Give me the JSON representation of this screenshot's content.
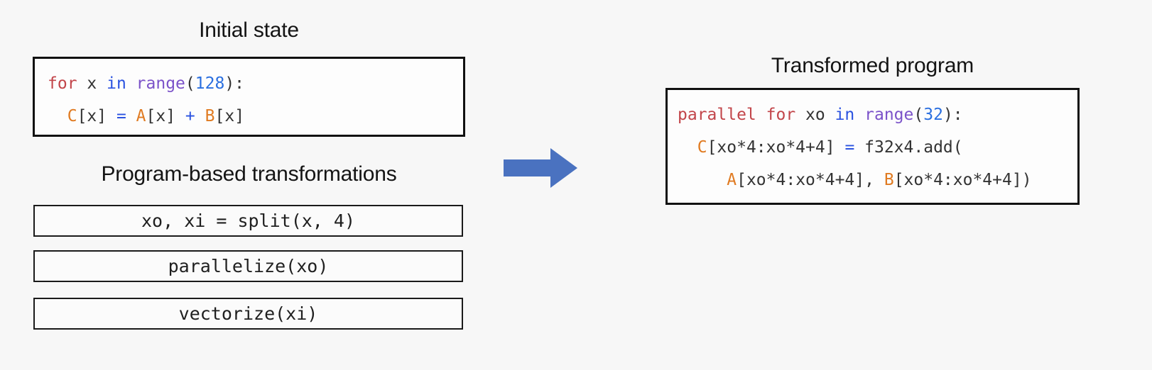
{
  "background_color": "#f7f7f7",
  "headings": {
    "initial_state": "Initial state",
    "transformations": "Program-based transformations",
    "transformed_program": "Transformed program"
  },
  "initial_state_code": {
    "lines": [
      [
        {
          "text": "for",
          "type": "keyword"
        },
        {
          "text": " x ",
          "type": "plain"
        },
        {
          "text": "in",
          "type": "operator"
        },
        {
          "text": " ",
          "type": "plain"
        },
        {
          "text": "range",
          "type": "function"
        },
        {
          "text": "(",
          "type": "plain"
        },
        {
          "text": "128",
          "type": "number"
        },
        {
          "text": "):",
          "type": "plain"
        }
      ],
      [
        {
          "text": "  ",
          "type": "plain"
        },
        {
          "text": "C",
          "type": "variable"
        },
        {
          "text": "[x] ",
          "type": "plain"
        },
        {
          "text": "=",
          "type": "operator"
        },
        {
          "text": " ",
          "type": "plain"
        },
        {
          "text": "A",
          "type": "variable"
        },
        {
          "text": "[x] ",
          "type": "plain"
        },
        {
          "text": "+",
          "type": "operator"
        },
        {
          "text": " ",
          "type": "plain"
        },
        {
          "text": "B",
          "type": "variable"
        },
        {
          "text": "[x]",
          "type": "plain"
        }
      ]
    ],
    "plain_text": "for x in range(128):\n  C[x] = A[x] + B[x]"
  },
  "transformations": {
    "steps": [
      "xo, xi = split(x, 4)",
      "parallelize(xo)",
      "vectorize(xi)"
    ]
  },
  "transformed_program_code": {
    "lines": [
      [
        {
          "text": "parallel for",
          "type": "keyword"
        },
        {
          "text": " xo ",
          "type": "plain"
        },
        {
          "text": "in",
          "type": "operator"
        },
        {
          "text": " ",
          "type": "plain"
        },
        {
          "text": "range",
          "type": "function"
        },
        {
          "text": "(",
          "type": "plain"
        },
        {
          "text": "32",
          "type": "number"
        },
        {
          "text": "):",
          "type": "plain"
        }
      ],
      [
        {
          "text": "  ",
          "type": "plain"
        },
        {
          "text": "C",
          "type": "variable"
        },
        {
          "text": "[xo*4:xo*4+4] ",
          "type": "plain"
        },
        {
          "text": "=",
          "type": "operator"
        },
        {
          "text": " f32x4.add(",
          "type": "plain"
        }
      ],
      [
        {
          "text": "     ",
          "type": "plain"
        },
        {
          "text": "A",
          "type": "variable"
        },
        {
          "text": "[xo*4:xo*4+4], ",
          "type": "plain"
        },
        {
          "text": "B",
          "type": "variable"
        },
        {
          "text": "[xo*4:xo*4+4])",
          "type": "plain"
        }
      ]
    ],
    "plain_text": "parallel for xo in range(32):\n  C[xo*4:xo*4+4] = f32x4.add(\n     A[xo*4:xo*4+4], B[xo*4:xo*4+4])"
  },
  "arrow": {
    "name": "right-arrow-icon",
    "direction": "right",
    "color": "#4a72c0"
  },
  "colors": {
    "keyword": "#c2454a",
    "operator": "#2a52e0",
    "function": "#7b52c9",
    "number": "#2a6fe0",
    "variable": "#e07b22",
    "plain": "#333333",
    "box_border": "#111111",
    "arrow": "#4a72c0"
  }
}
